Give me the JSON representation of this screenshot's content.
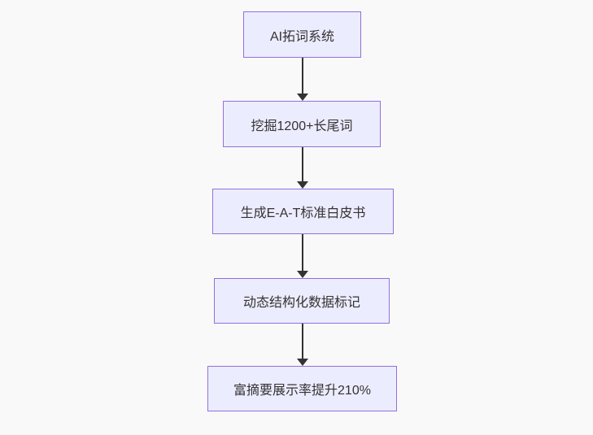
{
  "flowchart": {
    "type": "flowchart",
    "direction": "top-down",
    "nodes": [
      {
        "label": "AI拓词系统"
      },
      {
        "label": "挖掘1200+长尾词"
      },
      {
        "label": "生成E-A-T标准白皮书"
      },
      {
        "label": "动态结构化数据标记"
      },
      {
        "label": "富摘要展示率提升210%"
      }
    ],
    "edges": [
      {
        "from": 0,
        "to": 1
      },
      {
        "from": 1,
        "to": 2
      },
      {
        "from": 2,
        "to": 3
      },
      {
        "from": 3,
        "to": 4
      }
    ]
  },
  "theme": {
    "background": "#f9f9f9",
    "node_fill": "#ececff",
    "node_border": "#9370db",
    "edge_color": "#333333",
    "text_color": "#333333"
  }
}
